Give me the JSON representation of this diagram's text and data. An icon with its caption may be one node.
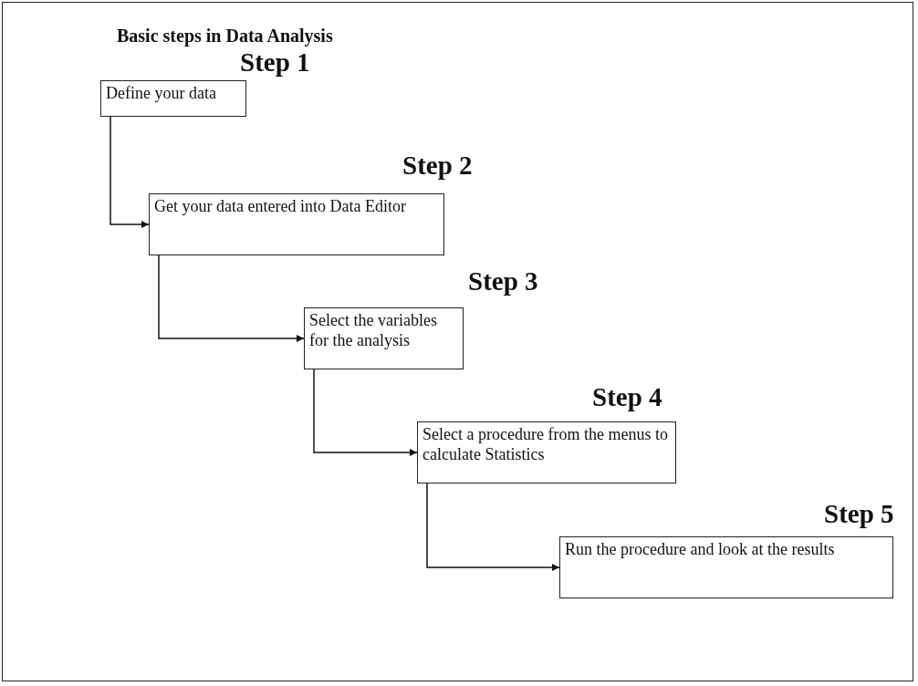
{
  "diagram": {
    "title": "Basic steps in Data Analysis",
    "nodes": [
      {
        "text": [
          "Step 1",
          "Define your data"
        ]
      },
      {
        "text": [
          "Step 2",
          "Get your data entered into Data Editor"
        ]
      },
      {
        "text": [
          "Step 3",
          "Select the variables for the analysis"
        ]
      },
      {
        "text": [
          "Step 4",
          "Select a procedure from the menus to calculate Statistics"
        ]
      },
      {
        "text": [
          "Step 5",
          "Run the procedure and look at the results"
        ]
      }
    ],
    "edges": [
      {
        "from": 0,
        "to": 1,
        "arrow": "to"
      },
      {
        "from": 1,
        "to": 2,
        "arrow": "to"
      },
      {
        "from": 2,
        "to": 3,
        "arrow": "to"
      },
      {
        "from": 3,
        "to": 4,
        "arrow": "to"
      }
    ]
  }
}
